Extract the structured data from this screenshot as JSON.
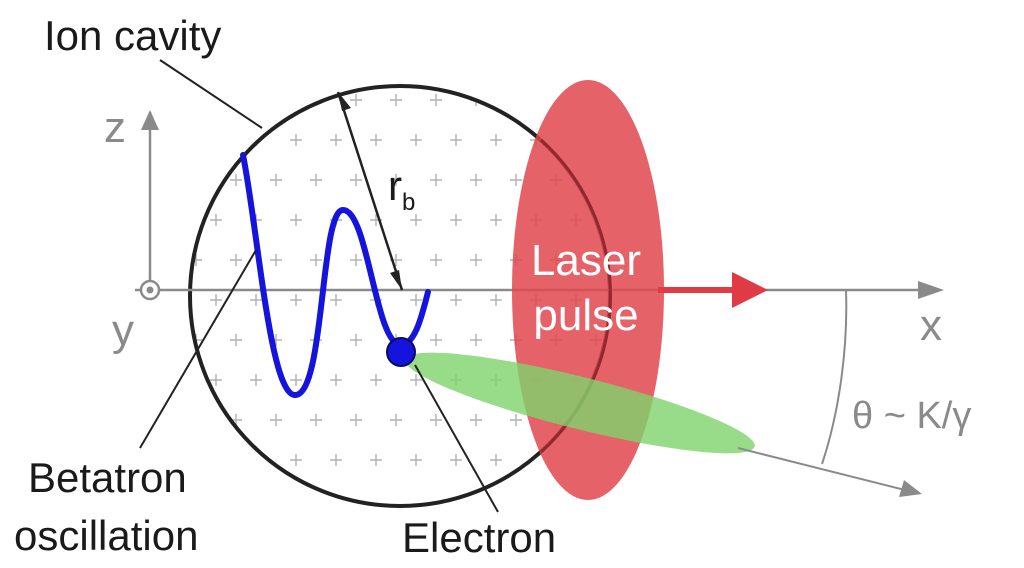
{
  "labels": {
    "ion_cavity": "Ion cavity",
    "z_axis": "z",
    "y_axis": "y",
    "x_axis": "x",
    "radius_main": "r",
    "radius_sub": "b",
    "laser_line1": "Laser",
    "laser_line2": "pulse",
    "angle": "θ ~ K/γ",
    "betatron_line1": "Betatron",
    "betatron_line2": "oscillation",
    "electron": "Electron"
  },
  "colors": {
    "cavity_outline": "#222222",
    "axis_gray": "#8a8a8a",
    "plus_gray": "#b0b0b0",
    "laser_fill": "#e0464f",
    "laser_arrow": "#e03a44",
    "trajectory_blue": "#1414dc",
    "radiation_green": "#7ed36b",
    "leader_line": "#222222",
    "text_dark": "#1a1a1a",
    "text_gray": "#8a8a8a",
    "text_white": "#ffffff"
  }
}
